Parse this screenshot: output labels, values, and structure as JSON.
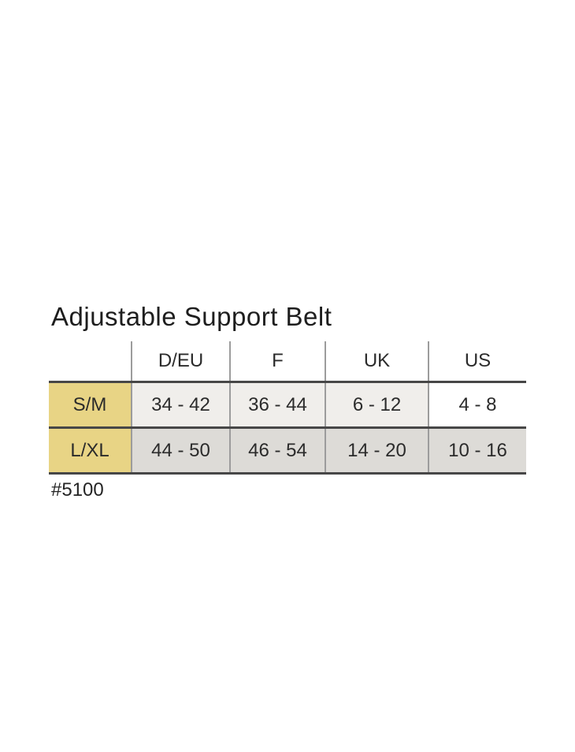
{
  "title": "Adjustable Support Belt",
  "product_code": "#5100",
  "chart_data": {
    "type": "table",
    "title": "Adjustable Support Belt",
    "columns": [
      "D/EU",
      "F",
      "UK",
      "US"
    ],
    "rows": [
      {
        "label": "S/M",
        "values": [
          "34 - 42",
          "36 - 44",
          "6 - 12",
          "4 - 8"
        ]
      },
      {
        "label": "L/XL",
        "values": [
          "44 - 50",
          "46 - 54",
          "14 - 20",
          "10 - 16"
        ]
      }
    ],
    "note": "#5100",
    "layout": {
      "legend": "none",
      "grid": "column dividers + dark horizontal rules around body rows"
    }
  },
  "colors": {
    "background": "#ffffff",
    "row_label_bg": "#e8d485",
    "row1_bg": "#f0eeeb",
    "row2_bg": "#dddbd7",
    "row1_us_bg": "#ffffff",
    "dark_rule": "#474747",
    "column_divider": "#9c9c9c",
    "text": "#2b2b2b"
  }
}
